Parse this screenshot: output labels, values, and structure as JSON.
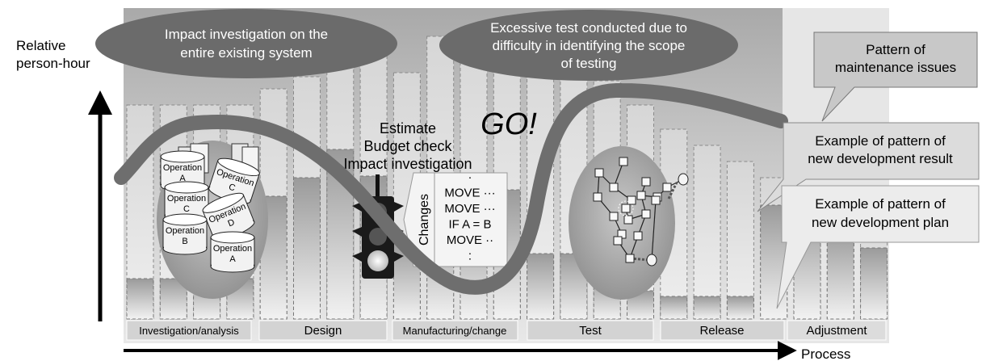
{
  "axes": {
    "y_label_line1": "Relative",
    "y_label_line2": "person-hour",
    "x_label": "Process"
  },
  "callouts": {
    "impact": [
      "Impact investigation on the",
      "entire existing system"
    ],
    "excessive": [
      "Excessive test conducted due to",
      "difficulty in identifying the scope",
      "of testing"
    ]
  },
  "legend": {
    "maintenance": [
      "Pattern of",
      "maintenance issues"
    ],
    "dev_result": [
      "Example of pattern of",
      "new development result"
    ],
    "dev_plan": [
      "Example of pattern of",
      "new development plan"
    ]
  },
  "center_text": {
    "estimate": "Estimate",
    "budget": "Budget check",
    "impact_inv": "Impact investigation",
    "go": "GO!",
    "changes": "Changes",
    "code_lines": [
      "·",
      "MOVE ···",
      "MOVE ···",
      "IF A = B",
      "MOVE ··",
      ":"
    ]
  },
  "operations": [
    {
      "line1": "Operation",
      "line2": "A"
    },
    {
      "line1": "Operation",
      "line2": "C"
    },
    {
      "line1": "Operation",
      "line2": "C"
    },
    {
      "line1": "Operation",
      "line2": "D"
    },
    {
      "line1": "Operation",
      "line2": "B"
    },
    {
      "line1": "Operation",
      "line2": "A"
    }
  ],
  "phases": [
    "Investigation/analysis",
    "Design",
    "Manufacturing/change",
    "Test",
    "Release",
    "Adjustment"
  ],
  "colors": {
    "background_panel": "#bdbdbd",
    "curve": "#6e6e6e",
    "ellipse": "#6b6b6b",
    "phase_box": "#d3d3d3"
  }
}
